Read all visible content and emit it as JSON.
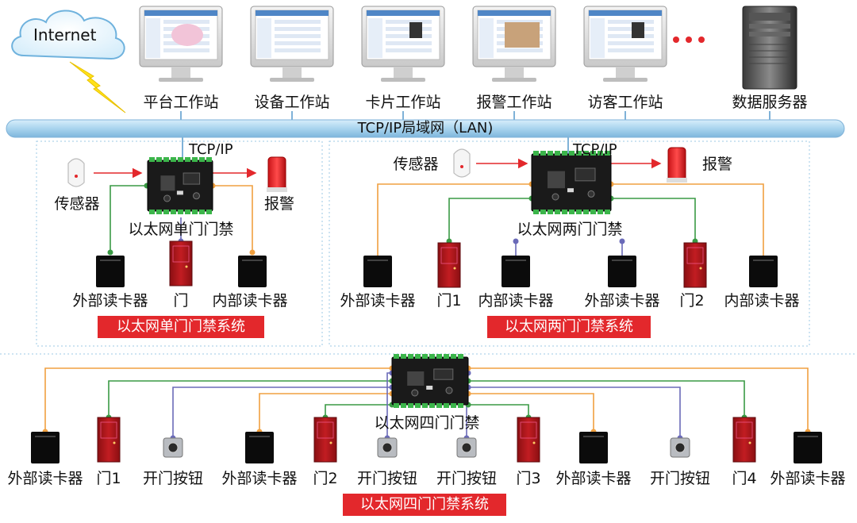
{
  "internet": "Internet",
  "lan_label": "TCP/IP局域网（LAN)",
  "tcpip": "TCP/IP",
  "ellipsis": "• • •",
  "workstations": [
    {
      "label": "平台工作站"
    },
    {
      "label": "设备工作站"
    },
    {
      "label": "卡片工作站"
    },
    {
      "label": "报警工作站"
    },
    {
      "label": "访客工作站"
    }
  ],
  "server": {
    "label": "数据服务器"
  },
  "single": {
    "sensor": "传感器",
    "alarm": "报警",
    "controller": "以太网单门门禁",
    "outer_reader": "外部读卡器",
    "door": "门",
    "inner_reader": "内部读卡器",
    "system": "以太网单门门禁系统"
  },
  "two": {
    "sensor": "传感器",
    "alarm": "报警",
    "controller": "以太网两门门禁",
    "devices": [
      "外部读卡器",
      "门1",
      "内部读卡器",
      "外部读卡器",
      "门2",
      "内部读卡器"
    ],
    "system": "以太网两门门禁系统"
  },
  "four": {
    "controller": "以太网四门门禁",
    "devices": [
      "外部读卡器",
      "门1",
      "开门按钮",
      "外部读卡器",
      "门2",
      "开门按钮",
      "开门按钮",
      "门3",
      "外部读卡器",
      "开门按钮",
      "门4",
      "外部读卡器"
    ],
    "system": "以太网四门门禁系统"
  },
  "colors": {
    "orange": "#f0a040",
    "green": "#3a9a45",
    "purple": "#6a6ab8",
    "red": "#e3282c",
    "lan": "#a9d4ee"
  }
}
